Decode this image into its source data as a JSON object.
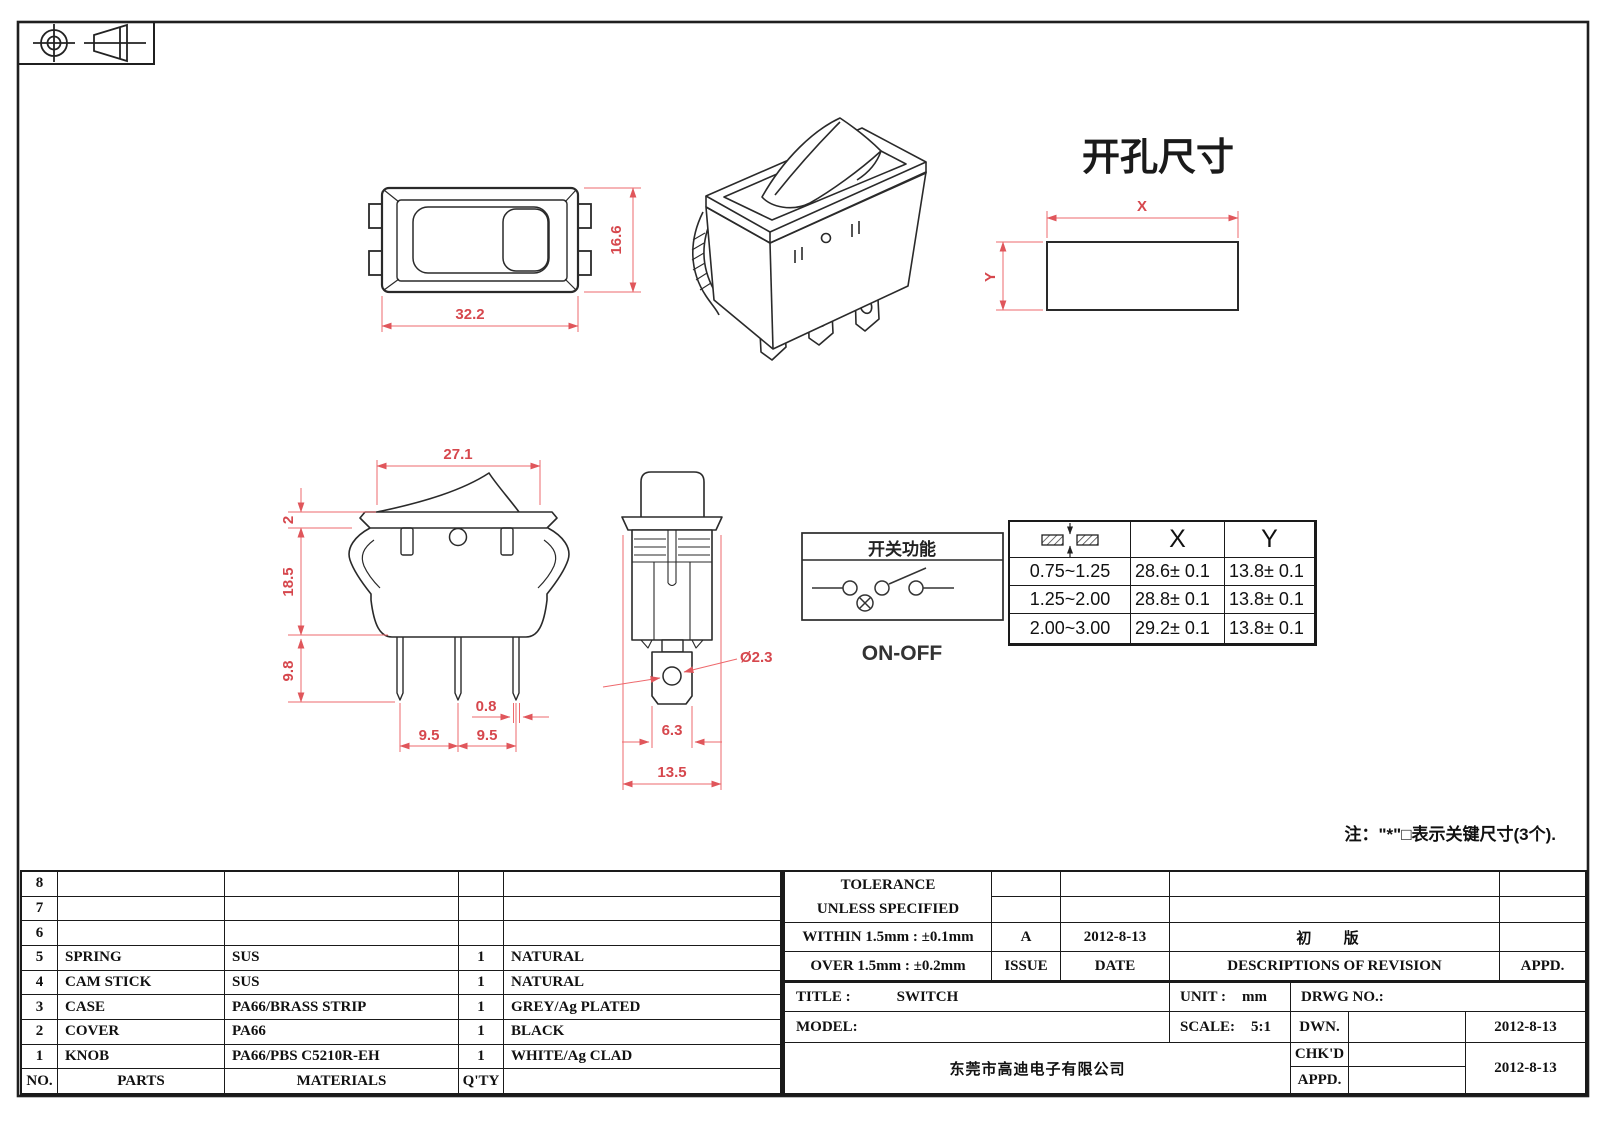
{
  "sheet": {
    "note": "注：\"*\"□表示关键尺寸(3个)."
  },
  "headings": {
    "cutout_title": "开孔尺寸",
    "function_title": "开关功能",
    "onoff_label": "ON-OFF"
  },
  "dims": {
    "top_view": {
      "width": "32.2",
      "height": "16.6"
    },
    "front_view": {
      "width": "27.1",
      "flange": "2",
      "body_height": "18.5",
      "pin_length": "9.8",
      "pin_width": "0.8",
      "pitch_left": "9.5",
      "pitch_right": "9.5"
    },
    "side_view": {
      "hole_dia": "Ø2.3",
      "terminal_width": "6.3",
      "body_width": "13.5"
    },
    "cutout": {
      "x_label": "X",
      "y_label": "Y"
    }
  },
  "xy_table": {
    "col_x": "X",
    "col_y": "Y",
    "rows": [
      {
        "thickness": "0.75~1.25",
        "x": "28.6± 0.1",
        "y": "13.8± 0.1"
      },
      {
        "thickness": "1.25~2.00",
        "x": "28.8± 0.1",
        "y": "13.8± 0.1"
      },
      {
        "thickness": "2.00~3.00",
        "x": "29.2± 0.1",
        "y": "13.8± 0.1"
      }
    ]
  },
  "parts_table": {
    "header": {
      "no": "NO.",
      "parts": "PARTS",
      "materials": "MATERIALS",
      "qty": "Q'TY",
      "color": ""
    },
    "rows": [
      {
        "no": "8",
        "part": "",
        "material": "",
        "qty": "",
        "color": ""
      },
      {
        "no": "7",
        "part": "",
        "material": "",
        "qty": "",
        "color": ""
      },
      {
        "no": "6",
        "part": "",
        "material": "",
        "qty": "",
        "color": ""
      },
      {
        "no": "5",
        "part": "SPRING",
        "material": "SUS",
        "qty": "1",
        "color": "NATURAL"
      },
      {
        "no": "4",
        "part": "CAM STICK",
        "material": "SUS",
        "qty": "1",
        "color": "NATURAL"
      },
      {
        "no": "3",
        "part": "CASE",
        "material": "PA66/BRASS STRIP",
        "qty": "1",
        "color": "GREY/Ag PLATED"
      },
      {
        "no": "2",
        "part": "COVER",
        "material": "PA66",
        "qty": "1",
        "color": "BLACK"
      },
      {
        "no": "1",
        "part": "KNOB",
        "material": "PA66/PBS C5210R-EH",
        "qty": "1",
        "color": "WHITE/Ag CLAD"
      }
    ]
  },
  "title_block": {
    "tolerance_title": "TOLERANCE",
    "tolerance_sub": "UNLESS  SPECIFIED",
    "within": "WITHIN 1.5mm : ±0.1mm",
    "over": "OVER 1.5mm : ±0.2mm",
    "issue_value": "A",
    "issue_label": "ISSUE",
    "date_value": "2012-8-13",
    "date_label": "DATE",
    "revision_description": "初 版",
    "revision_label": "DESCRIPTIONS OF REVISION",
    "appd_label": "APPD.",
    "title_label": "TITLE :",
    "title_value": "SWITCH",
    "unit_label": "UNIT :",
    "unit_value": "mm",
    "drwg_label": "DRWG NO.:",
    "model_label": "MODEL:",
    "scale_label": "SCALE:",
    "scale_value": "5:1",
    "dwn_label": "DWN.",
    "dwn_date": "2012-8-13",
    "chkd_label": "CHK'D",
    "chkd_date": "2012-8-13",
    "appd_row_label": "APPD.",
    "company": "东莞市高迪电子有限公司"
  }
}
